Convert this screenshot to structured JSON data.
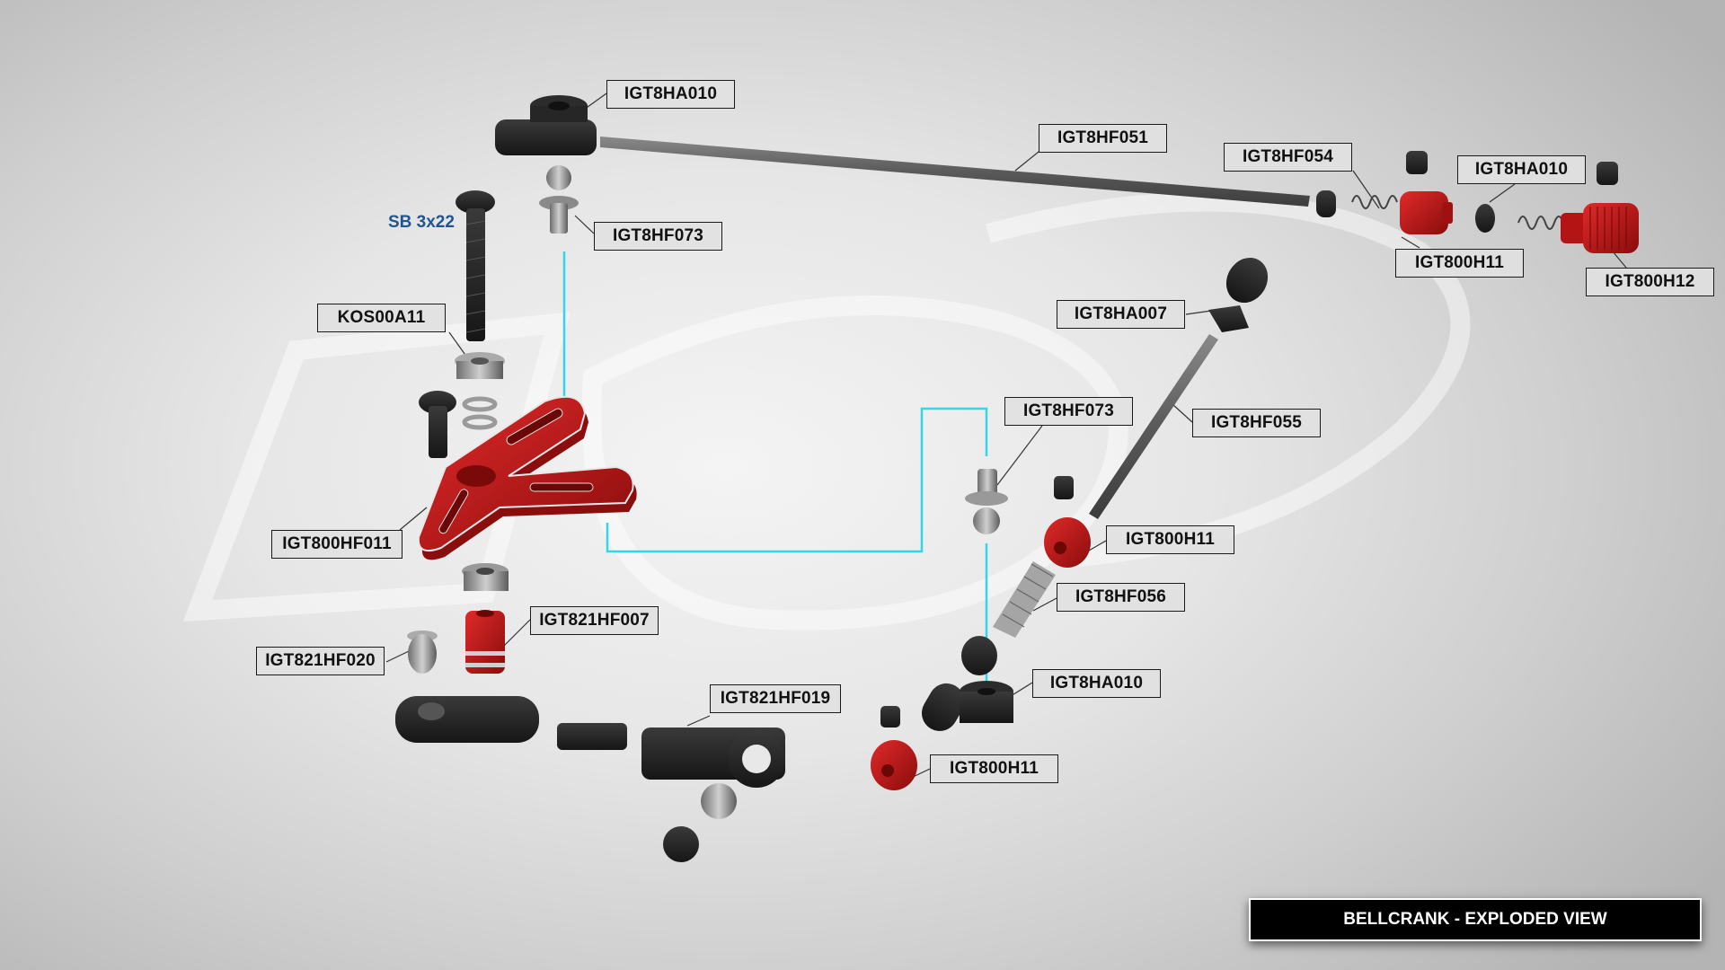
{
  "title": "BELLCRANK - EXPLODED VIEW",
  "screw_callout": "SB 3x22",
  "colors": {
    "accent_red": "#c01818",
    "part_black": "#2a2a2a",
    "guide_line": "#33d6e8",
    "callout_text": "#1f5592"
  },
  "labels": [
    {
      "id": "ball-end-top",
      "text": "IGT8HA010"
    },
    {
      "id": "long-rod",
      "text": "IGT8HF051"
    },
    {
      "id": "spring-right-1",
      "text": "IGT8HF054"
    },
    {
      "id": "ball-end-right",
      "text": "IGT8HA010"
    },
    {
      "id": "collar-top-right",
      "text": "IGT800H11"
    },
    {
      "id": "knurled-collar",
      "text": "IGT800H12"
    },
    {
      "id": "ball-stud-top",
      "text": "IGT8HF073"
    },
    {
      "id": "bushing-top",
      "text": "KOS00A11"
    },
    {
      "id": "ball-end-angled",
      "text": "IGT8HA007"
    },
    {
      "id": "ball-stud-middle",
      "text": "IGT8HF073"
    },
    {
      "id": "diagonal-rod",
      "text": "IGT8HF055"
    },
    {
      "id": "bellcrank-arm",
      "text": "IGT800HF011"
    },
    {
      "id": "collar-middle",
      "text": "IGT800H11"
    },
    {
      "id": "spring-diagonal",
      "text": "IGT8HF056"
    },
    {
      "id": "spacer-red",
      "text": "IGT821HF007"
    },
    {
      "id": "ball-left",
      "text": "IGT821HF020"
    },
    {
      "id": "ball-end-bottom",
      "text": "IGT8HA010"
    },
    {
      "id": "rod-end-link",
      "text": "IGT821HF019"
    },
    {
      "id": "collar-bottom",
      "text": "IGT800H11"
    }
  ]
}
